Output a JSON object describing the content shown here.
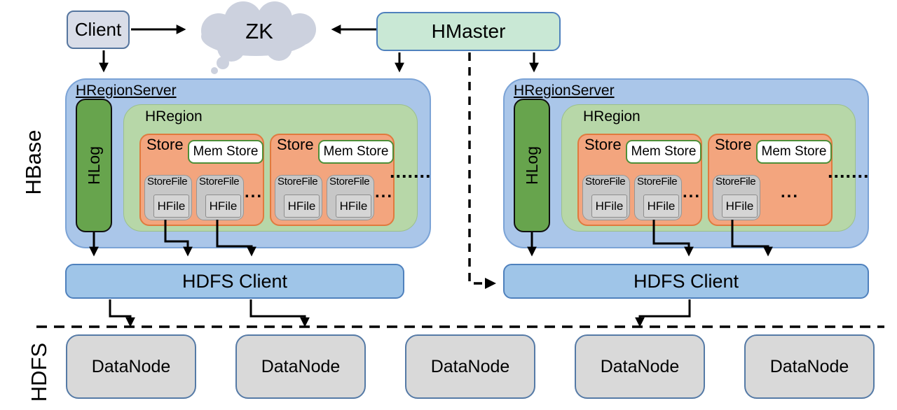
{
  "side_labels": {
    "hbase": "HBase",
    "hdfs": "HDFS"
  },
  "top": {
    "client": "Client",
    "zookeeper": "ZK",
    "hmaster": "HMaster"
  },
  "region_server": {
    "title": "HRegionServer",
    "hlog": "HLog",
    "hregion": "HRegion",
    "store": "Store",
    "mem_store": "Mem Store",
    "store_file": "StoreFile",
    "hfile": "HFile",
    "more_store_files_dots": "...",
    "more_stores_dots": "......."
  },
  "hdfs_layer": {
    "hdfs_client": "HDFS Client",
    "datanodes": [
      "DataNode",
      "DataNode",
      "DataNode",
      "DataNode",
      "DataNode"
    ]
  },
  "colors": {
    "region_server_fill": "#aac6e9",
    "hregion_fill": "#b7d7a8",
    "store_fill": "#f3a57e",
    "hlog_fill": "#67a44d",
    "mem_store_border": "#4e8f39",
    "store_file_fill": "#c7c7c7",
    "hfile_fill": "#d5d5d5",
    "hdfs_client_fill": "#9fc5e8",
    "datanode_fill": "#d9d9d9",
    "hmaster_fill": "#c9e8d5",
    "client_fill": "#d9dde8",
    "zk_cloud_fill": "#ccd1de",
    "arrow_color": "#000000"
  }
}
